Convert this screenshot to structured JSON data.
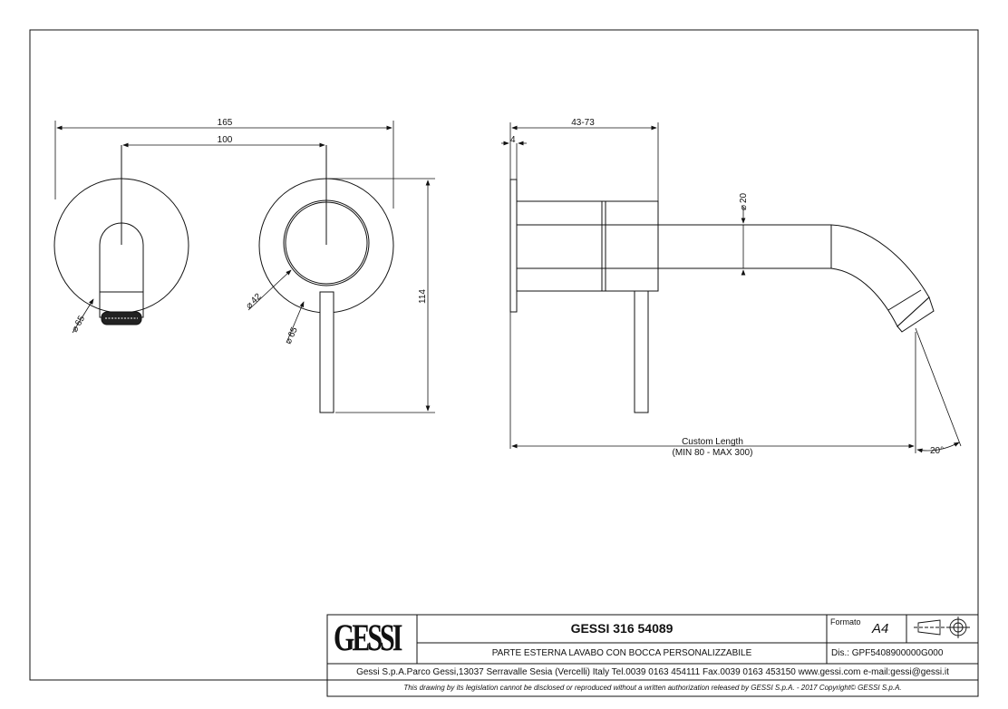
{
  "dimensions": {
    "overall_width": "165",
    "center_distance": "100",
    "height": "114",
    "diam_plate_left": "65",
    "diam_handle": "42",
    "diam_plate_right": "65",
    "projection": "43-73",
    "plate_thickness": "4",
    "spout_diam": "20",
    "custom_length": "Custom Length",
    "custom_length_range": "(MIN 80 - MAX 300)",
    "angle": "20°"
  },
  "title_block": {
    "logo": "GESSI",
    "code": "GESSI 316 54089",
    "description": "PARTE ESTERNA LAVABO CON BOCCA PERSONALIZZABILE",
    "format_label": "Formato",
    "format_value": "A4",
    "drawing_number": "Dis.: GPF5408900000G000",
    "address": "Gessi S.p.A.Parco Gessi,13037 Serravalle Sesia (Vercelli) Italy Tel.0039 0163 454111 Fax.0039 0163 453150 www.gessi.com e-mail:gessi@gessi.it",
    "disclaimer": "This drawing by its legislation cannot be disclosed or reproduced without a written authorization released by GESSI S.p.A. - 2017 Copyright© GESSI S.p.A."
  }
}
